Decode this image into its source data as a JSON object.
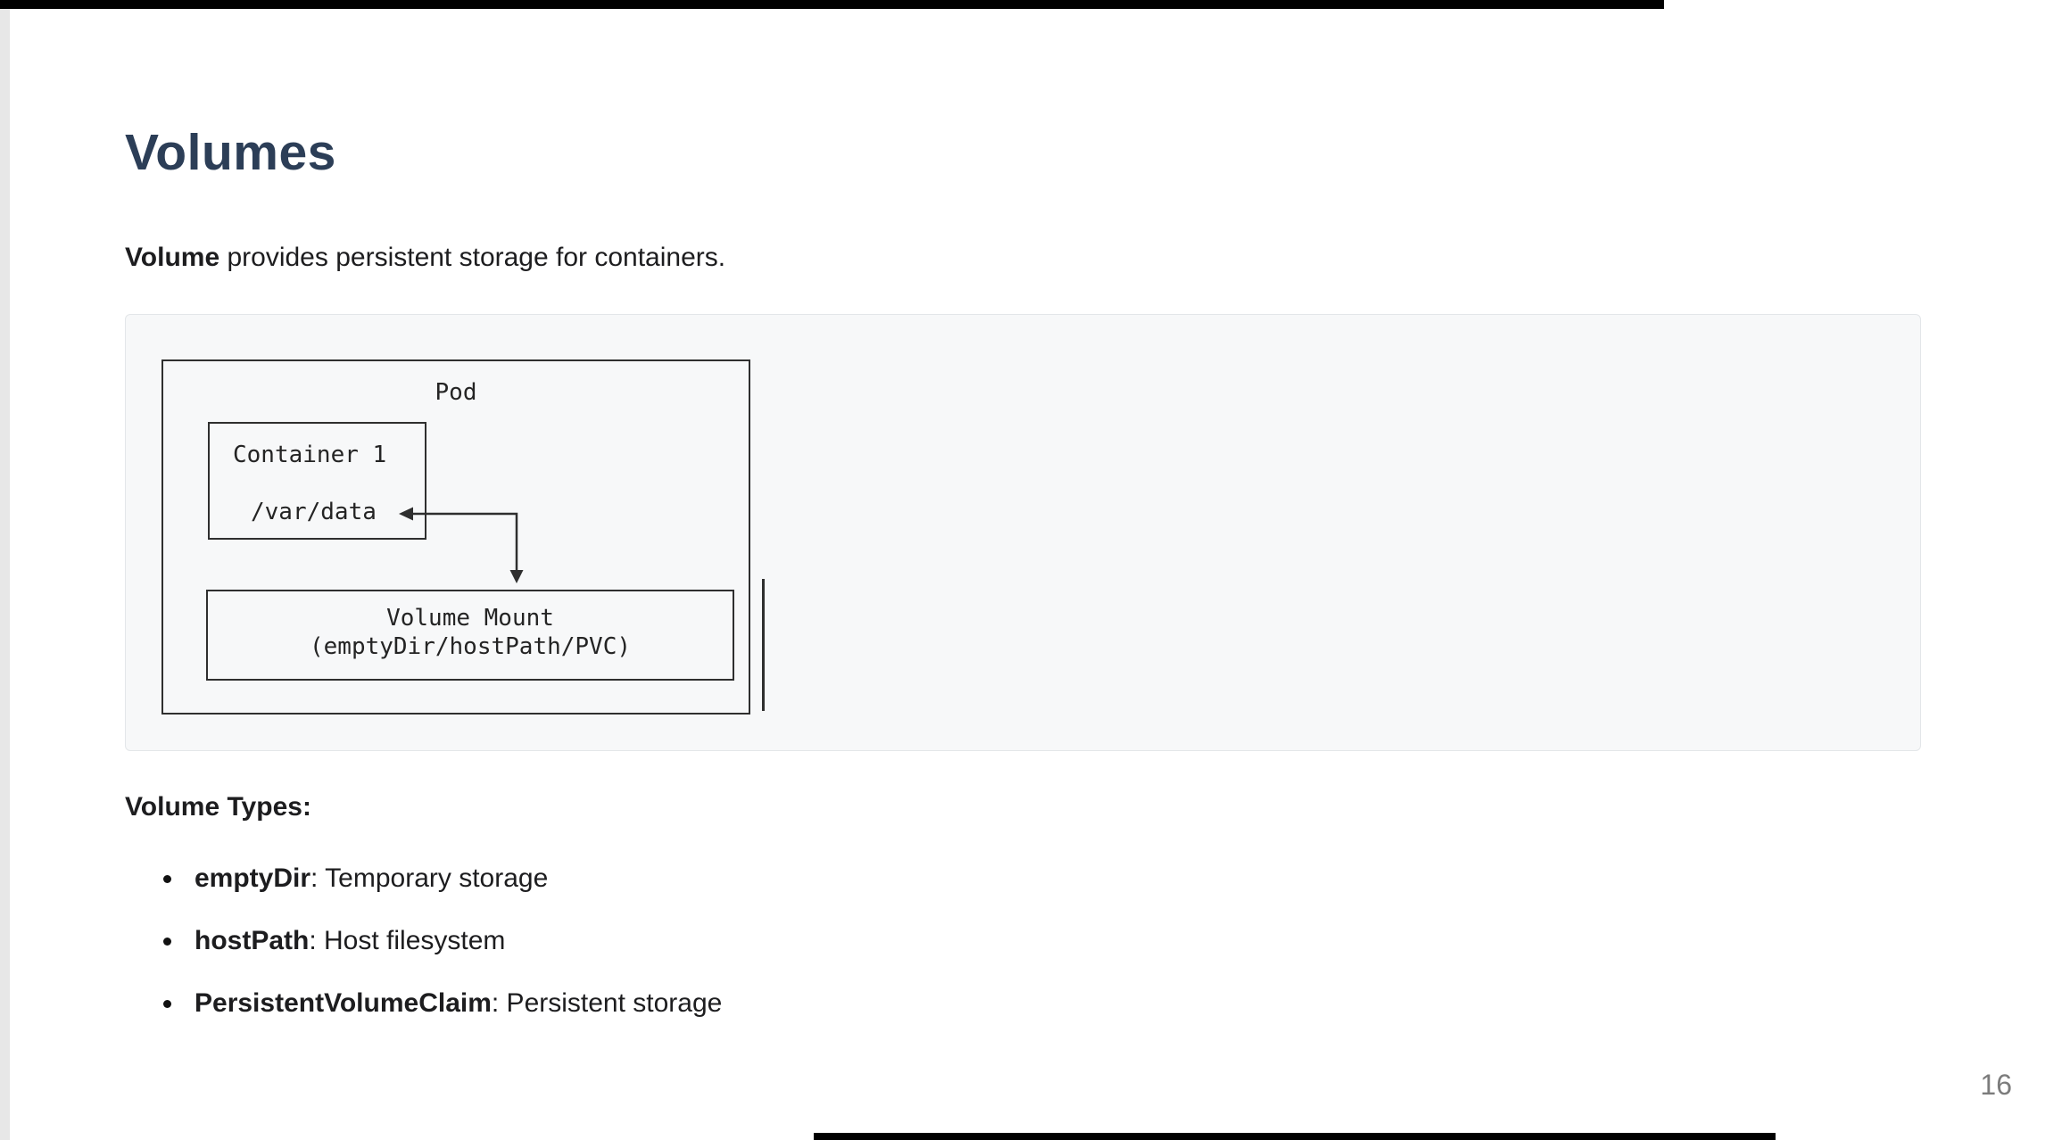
{
  "page": {
    "title": "Volumes",
    "page_number": "16"
  },
  "intro": {
    "bold": "Volume",
    "rest": " provides persistent storage for containers."
  },
  "diagram": {
    "pod_label": "Pod",
    "container_label": "Container 1",
    "mount_path": "/var/data",
    "volume_mount": {
      "line1": "Volume Mount",
      "line2": "(emptyDir/hostPath/PVC)"
    }
  },
  "volume_types": {
    "heading": "Volume Types:",
    "items": [
      {
        "term": "emptyDir",
        "desc": ": Temporary storage"
      },
      {
        "term": "hostPath",
        "desc": ": Host filesystem"
      },
      {
        "term": "PersistentVolumeClaim",
        "desc": ": Persistent storage"
      }
    ]
  },
  "colors": {
    "heading": "#2c3e57",
    "body_text": "#1d1d1f",
    "code_block_bg": "#f7f8f9",
    "code_block_border": "#e3e6e9",
    "diagram_line": "#2f2f2f",
    "page_number": "#7c7c7c",
    "letterbox_bar": "#000000"
  }
}
